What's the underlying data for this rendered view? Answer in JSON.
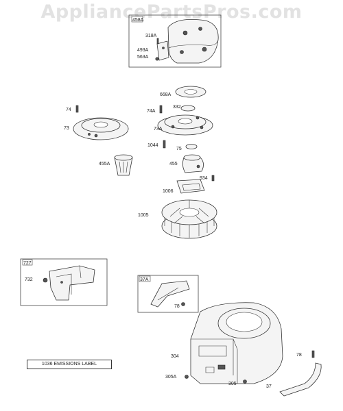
{
  "watermark": "AppliancePartsPros.com",
  "groups": {
    "g458": "458A",
    "g727": "727",
    "g37a": "37A"
  },
  "emissions_label": "1036 EMISSIONS LABEL",
  "parts": {
    "p318A": "318A",
    "p493A": "493A",
    "p563A": "563A",
    "p668A": "668A",
    "p74": "74",
    "p74A": "74A",
    "p332": "332",
    "p73": "73",
    "p73A": "73A",
    "p1044": "1044",
    "p75": "75",
    "p455A": "455A",
    "p455": "455",
    "p934": "934",
    "p1006": "1006",
    "p1005": "1005",
    "p732": "732",
    "p78a": "78",
    "p304": "304",
    "p78b": "78",
    "p305A": "305A",
    "p305": "305",
    "p37": "37"
  }
}
